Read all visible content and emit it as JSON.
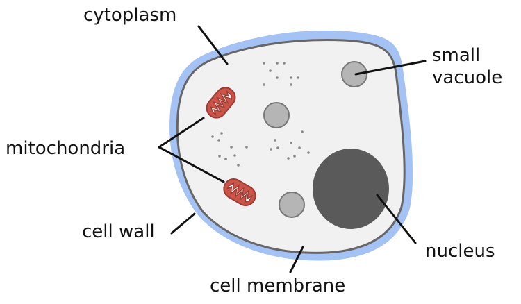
{
  "diagram": {
    "type": "cell-diagram",
    "labels": {
      "cytoplasm": "cytoplasm",
      "small_vacuole_line1": "small",
      "small_vacuole_line2": "vacuole",
      "mitochondria": "mitochondria",
      "cell_wall": "cell wall",
      "nucleus": "nucleus",
      "cell_membrane": "cell membrane"
    },
    "colors": {
      "cell_wall": "#a4c2f4",
      "membrane": "#666666",
      "cytoplasm": "#f1f1f1",
      "vacuole_fill": "#b5b5b5",
      "vacuole_stroke": "#777777",
      "nucleus": "#5a5a5a",
      "mito_fill": "#c9554a",
      "mito_stroke": "#a03a32",
      "granule": "#888888"
    }
  }
}
